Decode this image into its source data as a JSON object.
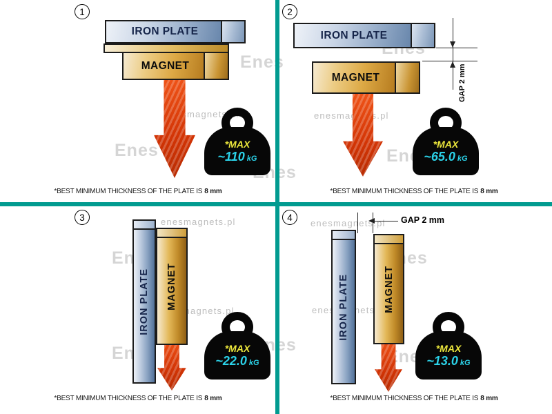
{
  "colors": {
    "divider_teal": "#019b90",
    "max_yellow": "#ece73c",
    "value_cyan": "#2bd2e8",
    "arrow_red": "#d23405",
    "plate_steel": "#8aa3c2",
    "magnet_gold": "#dda945"
  },
  "watermark": {
    "logo": "Enes",
    "site": "enesmagnets.pl"
  },
  "panels": [
    {
      "number": "1",
      "plate_label": "IRON PLATE",
      "magnet_label": "MAGNET",
      "max_label": "*MAX",
      "value": "~110",
      "unit": "kG",
      "caption": "*BEST MINIMUM THICKNESS OF THE PLATE IS",
      "caption_bold": "8 mm"
    },
    {
      "number": "2",
      "plate_label": "IRON PLATE",
      "magnet_label": "MAGNET",
      "max_label": "*MAX",
      "value": "~65.0",
      "unit": "kG",
      "gap_label": "GAP 2 mm",
      "caption": "*BEST MINIMUM THICKNESS OF THE PLATE IS",
      "caption_bold": "8 mm"
    },
    {
      "number": "3",
      "plate_label": "IRON PLATE",
      "magnet_label": "MAGNET",
      "max_label": "*MAX",
      "value": "~22.0",
      "unit": "kG",
      "caption": "*BEST MINIMUM THICKNESS OF THE PLATE IS",
      "caption_bold": "8 mm"
    },
    {
      "number": "4",
      "plate_label": "IRON PLATE",
      "magnet_label": "MAGNET",
      "max_label": "*MAX",
      "value": "~13.0",
      "unit": "kG",
      "gap_label": "GAP 2 mm",
      "caption": "*BEST MINIMUM THICKNESS OF THE PLATE IS",
      "caption_bold": "8 mm"
    }
  ]
}
